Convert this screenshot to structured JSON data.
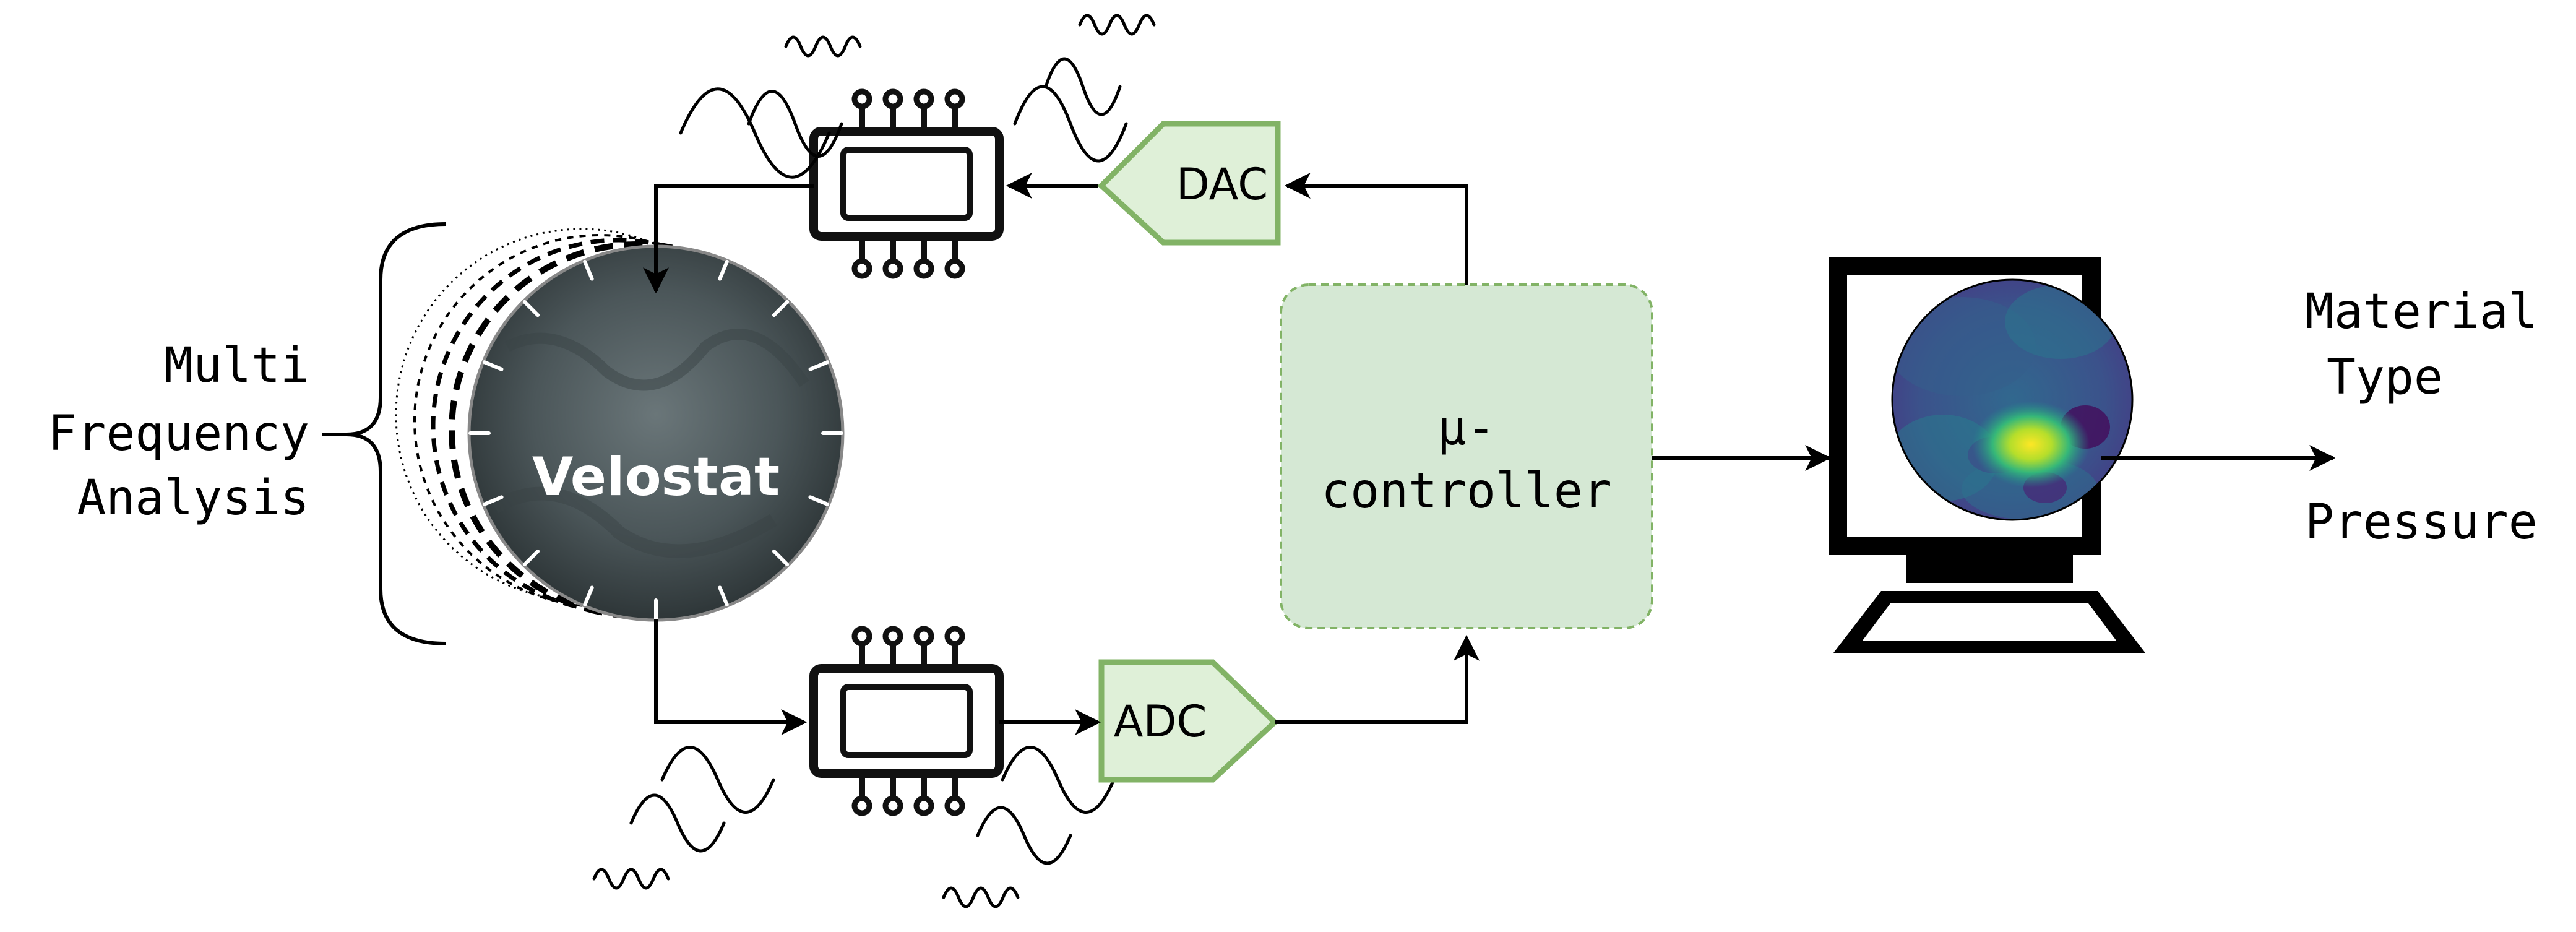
{
  "labels": {
    "multi_frequency": [
      "Multi",
      "Frequency",
      "Analysis"
    ],
    "velostat": "Velostat",
    "dac": "DAC",
    "adc": "ADC",
    "controller": [
      "μ-",
      "controller"
    ],
    "output_material": [
      "Material",
      "Type"
    ],
    "output_pressure": "Pressure"
  },
  "colors": {
    "converter_fill": "#dff0d8",
    "converter_stroke": "#82b366",
    "controller_fill": "#d5e8d4",
    "controller_stroke": "#82b366",
    "line": "#000000",
    "velostat_disc": "#4e5a5d"
  },
  "icons": {
    "driver_chip": "ic-chip-icon",
    "sense_chip": "ic-chip-icon",
    "display": "computer-monitor-icon",
    "heatmap": "pressure-heatmap",
    "signals": "sine-wave-icon"
  }
}
